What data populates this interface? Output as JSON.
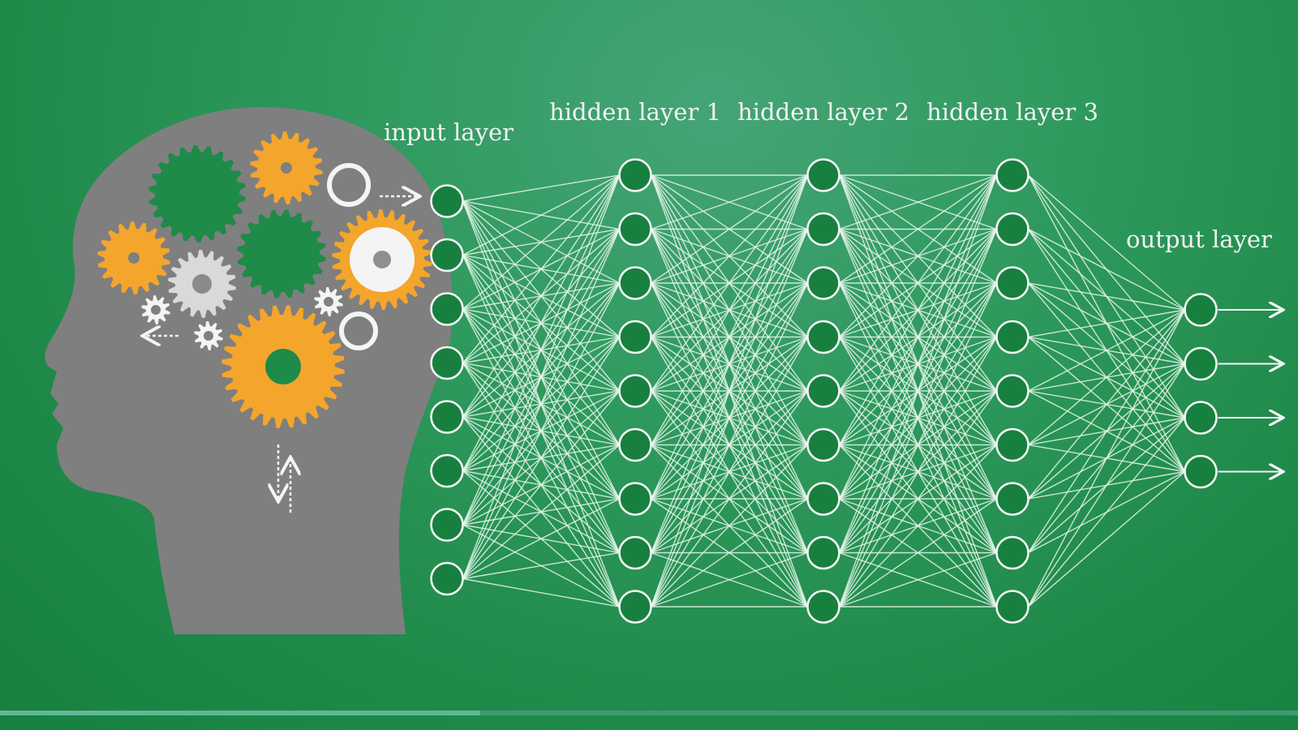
{
  "diagram": {
    "layers": [
      {
        "label": "input layer",
        "nodes": 8
      },
      {
        "label": "hidden layer 1",
        "nodes": 9
      },
      {
        "label": "hidden layer 2",
        "nodes": 9
      },
      {
        "label": "hidden layer 3",
        "nodes": 9
      },
      {
        "label": "output layer",
        "nodes": 4
      }
    ],
    "fully_connected": true,
    "output_arrows": 4
  },
  "illustration": {
    "subject": "head-silhouette-with-gears",
    "head_color": "#7f7f7f",
    "gear_colors": [
      "#f4a52c",
      "#1e8b49",
      "#d9d9d9"
    ]
  },
  "player": {
    "progress": 0.37
  },
  "colors": {
    "background": "#238f4e",
    "lines": "#f4f4f4"
  }
}
